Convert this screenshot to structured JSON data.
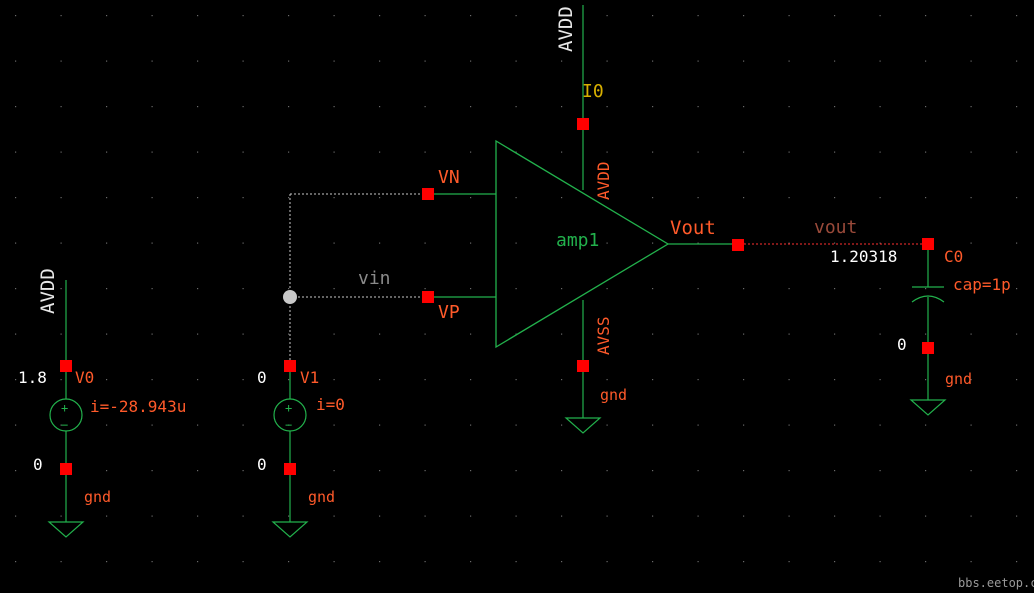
{
  "colors": {
    "background": "#000000",
    "wire": "#22b14c",
    "pin": "#ff0000",
    "instance_label": "#ff5a2a",
    "vdd_label": "#e8e8e8",
    "value_label": "#ffffff",
    "net_label": "#b0b0b0",
    "selected_wire": "#c8c8c8",
    "grid_dot": "#6a6a6a",
    "highlight_net": "#ff3030",
    "current_source": "#d8b000"
  },
  "labels": {
    "avdd_top": "AVDD",
    "avdd_left": "AVDD",
    "i0": "I0",
    "amp_avdd": "AVDD",
    "amp_avss": "AVSS",
    "amp_name": "amp1",
    "vn": "VN",
    "vp": "VP",
    "vout_pin": "Vout",
    "vout_net": "vout",
    "vout_value": "1.20318",
    "vin_net": "vin",
    "c0": "C0",
    "cap_val": "cap=1p",
    "c0_gnd_v": "0",
    "c0_gnd": "gnd",
    "amp_gnd": "gnd",
    "v0_top": "1.8",
    "v0": "V0",
    "v0_i": "i=-28.943u",
    "v0_bot": "0",
    "v0_gnd": "gnd",
    "v1_top": "0",
    "v1": "V1",
    "v1_i": "i=0",
    "v1_bot": "0",
    "v1_gnd": "gnd",
    "watermark": "bbs.eetop.cn"
  },
  "icons": [
    "voltage-source-icon",
    "ground-icon",
    "capacitor-icon",
    "opamp-icon",
    "current-source-icon"
  ]
}
